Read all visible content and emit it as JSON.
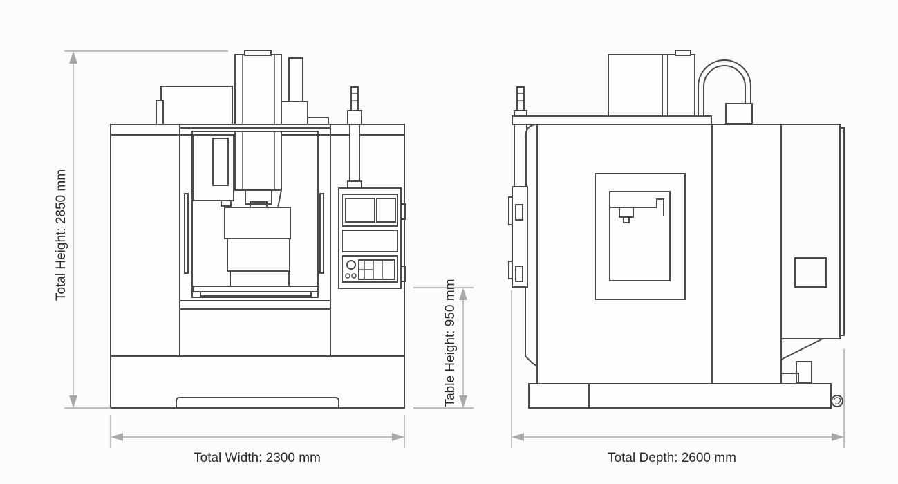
{
  "dimensions": {
    "total_height": "Total Height: 2850 mm",
    "table_height": "Table Height: 950 mm",
    "total_width": "Total Width: 2300 mm",
    "total_depth": "Total Depth: 2600 mm"
  },
  "colors": {
    "line": "#4a4a4a",
    "dimension_line": "#a9a9a9",
    "background": "#fbfbfa"
  }
}
